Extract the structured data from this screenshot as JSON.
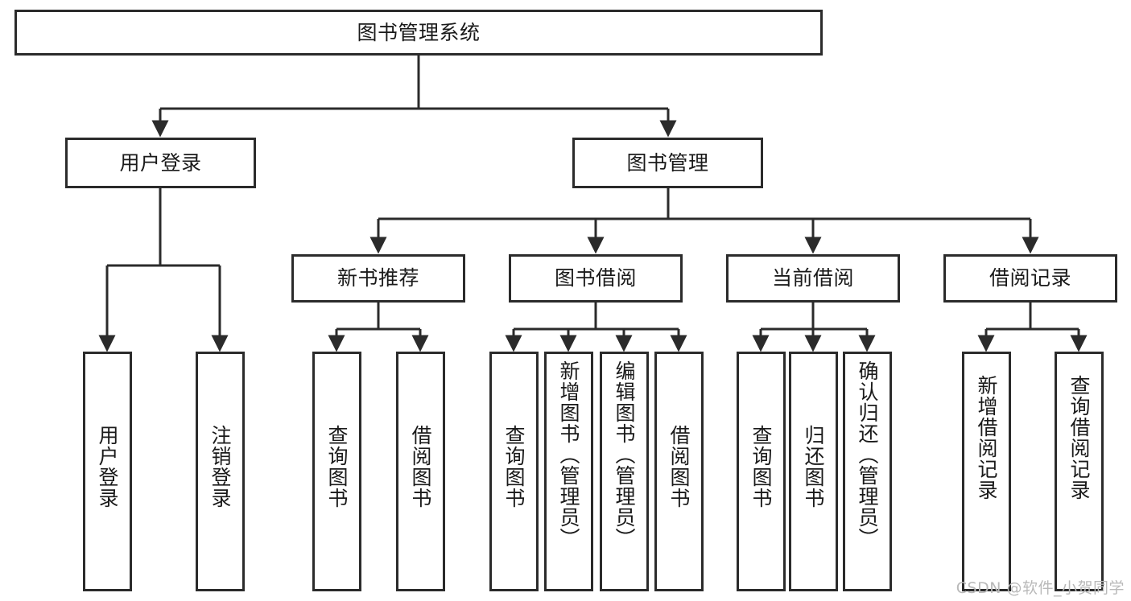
{
  "diagram": {
    "type": "tree",
    "title": "图书管理系统",
    "watermark": "CSDN @软件_小贺同学",
    "root": {
      "id": "root",
      "label": "图书管理系统",
      "orientation": "horizontal"
    },
    "level2": [
      {
        "id": "user-login",
        "label": "用户登录",
        "orientation": "horizontal"
      },
      {
        "id": "book-manage",
        "label": "图书管理",
        "orientation": "horizontal"
      }
    ],
    "level3": [
      {
        "id": "new-book-recommend",
        "label": "新书推荐",
        "parent": "book-manage",
        "orientation": "horizontal"
      },
      {
        "id": "book-borrow",
        "label": "图书借阅",
        "parent": "book-manage",
        "orientation": "horizontal"
      },
      {
        "id": "current-borrow",
        "label": "当前借阅",
        "parent": "book-manage",
        "orientation": "horizontal"
      },
      {
        "id": "borrow-record",
        "label": "借阅记录",
        "parent": "book-manage",
        "orientation": "horizontal"
      }
    ],
    "leaves": [
      {
        "id": "leaf-user-login",
        "label": "用户登录",
        "parent": "user-login",
        "orientation": "vertical"
      },
      {
        "id": "leaf-logout-login",
        "label": "注销登录",
        "parent": "user-login",
        "orientation": "vertical"
      },
      {
        "id": "leaf-query-book-1",
        "label": "查询图书",
        "parent": "new-book-recommend",
        "orientation": "vertical"
      },
      {
        "id": "leaf-borrow-book-1",
        "label": "借阅图书",
        "parent": "new-book-recommend",
        "orientation": "vertical"
      },
      {
        "id": "leaf-query-book-2",
        "label": "查询图书",
        "parent": "book-borrow",
        "orientation": "vertical"
      },
      {
        "id": "leaf-add-book",
        "label": "新增图书（管理员）",
        "parent": "book-borrow",
        "orientation": "vertical"
      },
      {
        "id": "leaf-edit-book",
        "label": "编辑图书（管理员）",
        "parent": "book-borrow",
        "orientation": "vertical"
      },
      {
        "id": "leaf-borrow-book-2",
        "label": "借阅图书",
        "parent": "book-borrow",
        "orientation": "vertical"
      },
      {
        "id": "leaf-query-book-3",
        "label": "查询图书",
        "parent": "current-borrow",
        "orientation": "vertical"
      },
      {
        "id": "leaf-return-book",
        "label": "归还图书",
        "parent": "current-borrow",
        "orientation": "vertical"
      },
      {
        "id": "leaf-confirm-return",
        "label": "确认归还（管理员）",
        "parent": "current-borrow",
        "orientation": "vertical"
      },
      {
        "id": "leaf-add-record",
        "label": "新增借阅记录",
        "parent": "borrow-record",
        "orientation": "vertical"
      },
      {
        "id": "leaf-query-record",
        "label": "查询借阅记录",
        "parent": "borrow-record",
        "orientation": "vertical"
      }
    ],
    "colors": {
      "stroke": "#2b2b2b",
      "fill": "#ffffff",
      "text": "#1a1a1a",
      "watermark": "#b9b9b9"
    }
  }
}
